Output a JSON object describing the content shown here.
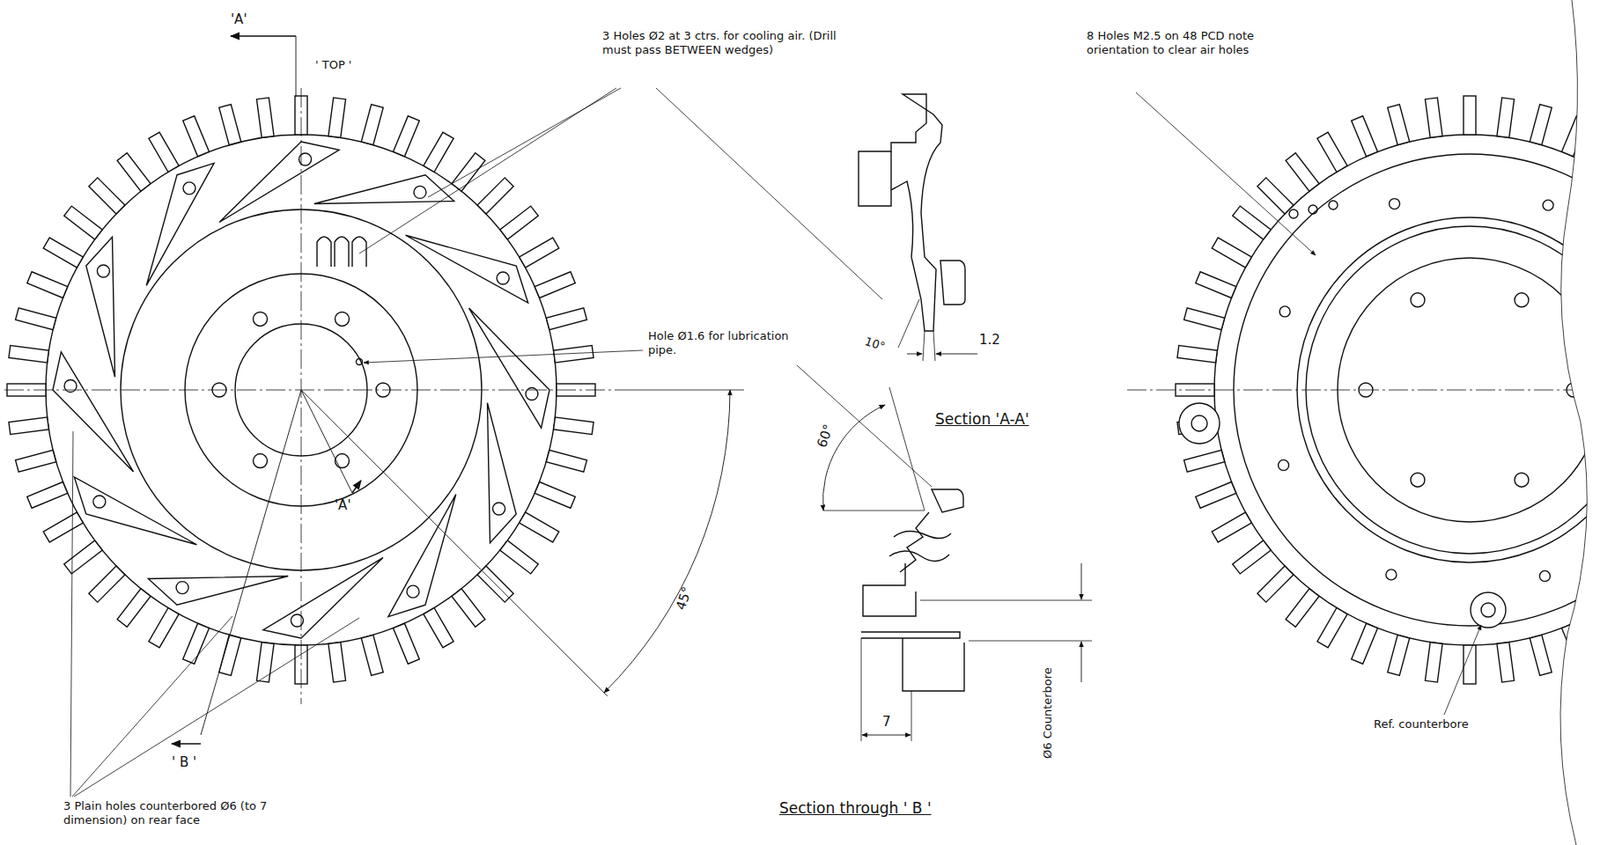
{
  "diagram": {
    "labels": [
      "'A'",
      "' TOP '",
      "3 Holes Ø2 at 3 ctrs. for cooling air. (Drill must pass BETWEEN wedges)",
      "8 Holes M2.5 on 48 PCD note orientation to clear air holes",
      "10°",
      "1.2",
      "Hole Ø1.6 for lubrication pipe.",
      "Section 'A-A'",
      "60°",
      "'A'",
      "45°",
      "Ø6 Counterbore",
      "7",
      "Section through ' B '",
      "' B '",
      "3 Plain holes counterbored Ø6 (to 7 dimension) on rear face",
      "Ref. counterbore"
    ]
  }
}
